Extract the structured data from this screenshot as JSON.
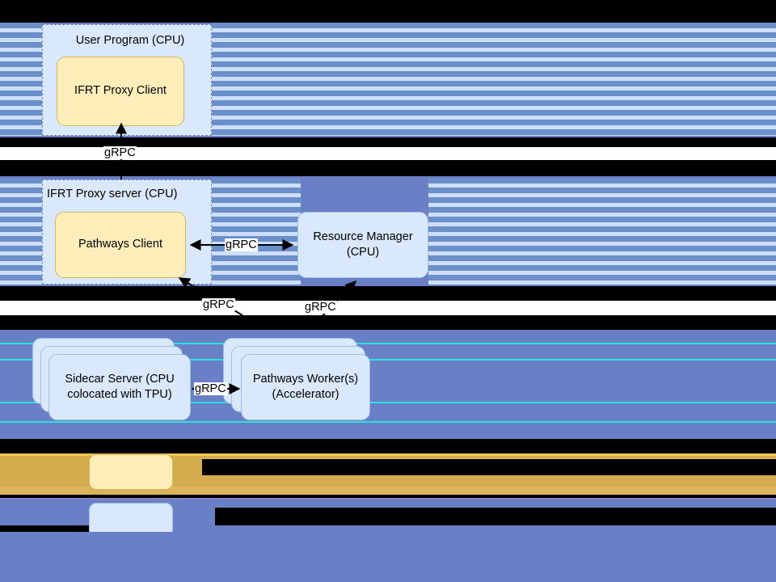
{
  "diagram": {
    "background_color": "#6980c6",
    "accent_blue": "#dae8fc",
    "accent_blue_border": "#6c8ebf",
    "accent_yellow": "#ffeeba",
    "accent_yellow_border": "#d6b656",
    "stripe_dark": "#6b8fc9",
    "stripe_light": "#cfdffb",
    "containers": [
      {
        "label": "User Program (CPU)"
      },
      {
        "label": "IFRT Proxy server (CPU)"
      }
    ],
    "nodes": [
      {
        "label": "IFRT Proxy Client",
        "style": "yellow"
      },
      {
        "label": "Pathways Client",
        "style": "yellow"
      },
      {
        "label": "Resource Manager\n(CPU)",
        "line1": "Resource Manager",
        "line2": "(CPU)",
        "style": "blue"
      },
      {
        "label": "Sidecar Server (CPU colocated with TPU)",
        "line1": "Sidecar Server (CPU",
        "line2": "colocated with TPU)",
        "style": "blue-stacked"
      },
      {
        "label": "Pathways Worker(s) (Accelerator)",
        "line1": "Pathways Worker(s)",
        "line2": "(Accelerator)",
        "style": "blue-stacked"
      }
    ],
    "edges": [
      {
        "label": "gRPC",
        "from": "IFRT Proxy server (CPU)",
        "to": "IFRT Proxy Client",
        "direction": "up"
      },
      {
        "label": "gRPC",
        "from": "Pathways Client",
        "to": "Resource Manager (CPU)",
        "direction": "bidirectional"
      },
      {
        "label": "gRPC",
        "from": "Sidecar Server",
        "to": "Pathways Client",
        "direction": "up-left"
      },
      {
        "label": "gRPC",
        "from": "Pathways Worker(s)",
        "to": "Resource Manager (CPU)",
        "direction": "up-right"
      },
      {
        "label": "gRPC",
        "from": "Sidecar Server (CPU colocated with TPU)",
        "to": "Pathways Worker(s) (Accelerator)",
        "direction": "bidirectional"
      }
    ],
    "legend": [
      {
        "swatch": "yellow",
        "label": ""
      },
      {
        "swatch": "blue",
        "label": ""
      }
    ]
  }
}
